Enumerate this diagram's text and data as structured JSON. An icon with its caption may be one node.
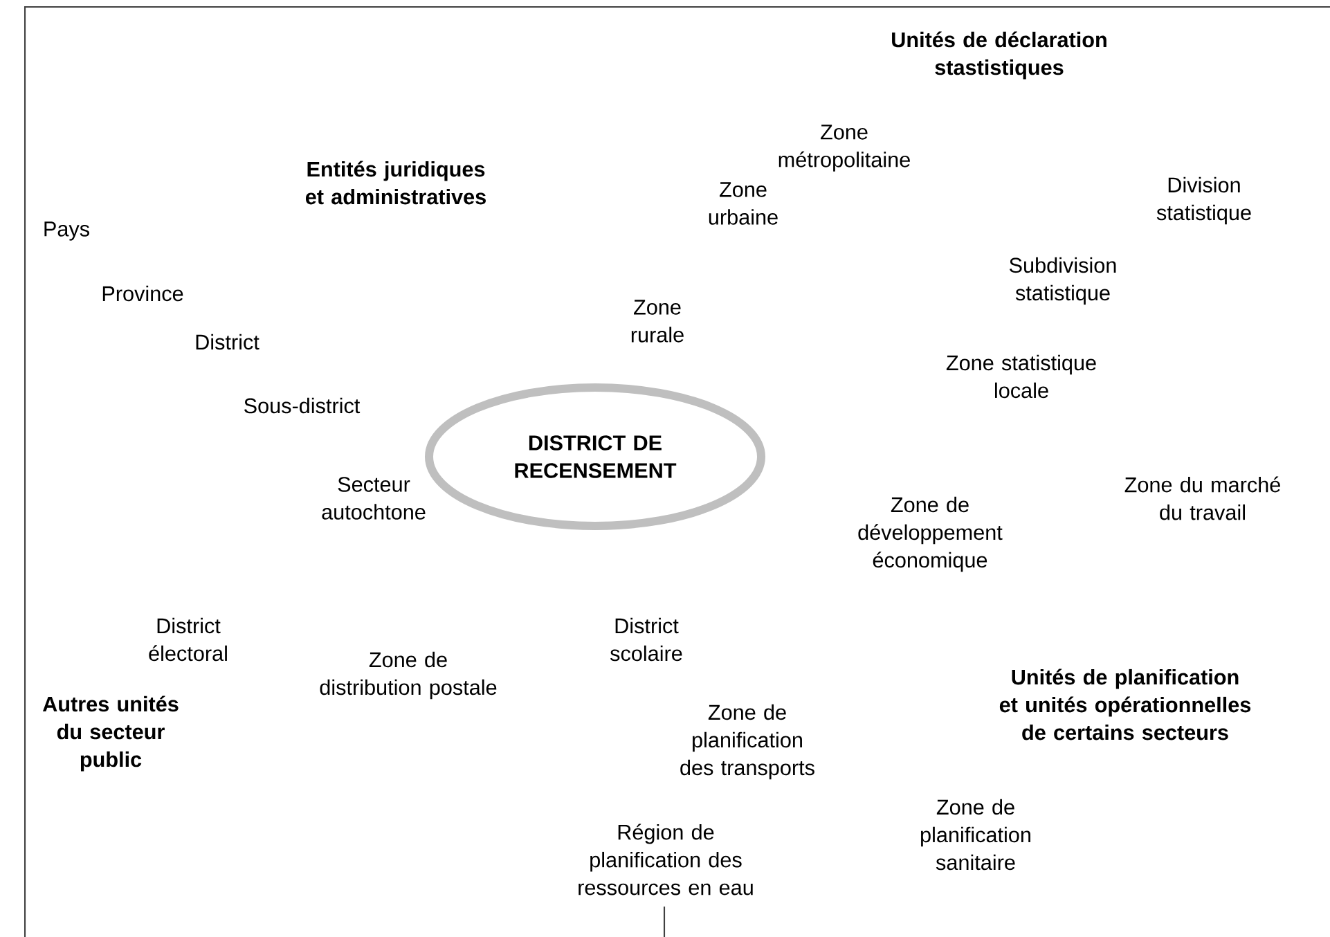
{
  "diagram": {
    "nodes": [
      {
        "text": [
          "DISTRICT DE RECENSEMENT"
        ]
      }
    ],
    "labels": [
      "Unités de déclaration stastistiques",
      "Zone métropolitaine",
      "Entités juridiques et administratives",
      "Division statistique",
      "Pays",
      "Zone urbaine",
      "Province",
      "Subdivision statistique",
      "Zone rurale",
      "District",
      "Zone statistique locale",
      "Sous-district",
      "Secteur autochtone",
      "Zone du marché du travail",
      "Zone de développement économique",
      "District électoral",
      "District scolaire",
      "Zone de distribution postale",
      "Unités de planification et unités opérationnelles de certains secteurs",
      "Autres unités du secteur public",
      "Zone de planification des transports",
      "Zone de planification sanitaire",
      "Région de planification des ressources en eau"
    ]
  }
}
